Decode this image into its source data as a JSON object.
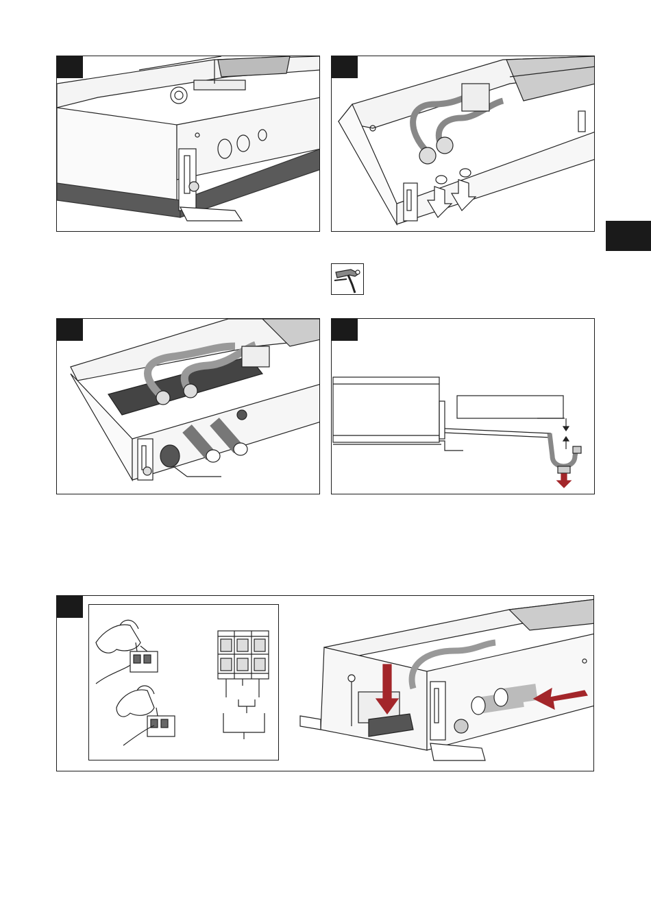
{
  "page": {
    "side_tab_color": "#1a1a1a",
    "accent_red": "#a3262a"
  },
  "figures": [
    {
      "id": "install-step-1",
      "icon": "convector-housing-icon"
    },
    {
      "id": "install-step-2",
      "icon": "pipe-connection-icon"
    },
    {
      "id": "install-step-3",
      "icon": "insulated-hoses-icon"
    },
    {
      "id": "install-step-4",
      "icon": "condensate-drain-icon"
    },
    {
      "id": "install-step-5",
      "icon": "terminal-block-wiring-icon"
    }
  ],
  "tool": {
    "icon": "pipe-wrench-icon"
  }
}
